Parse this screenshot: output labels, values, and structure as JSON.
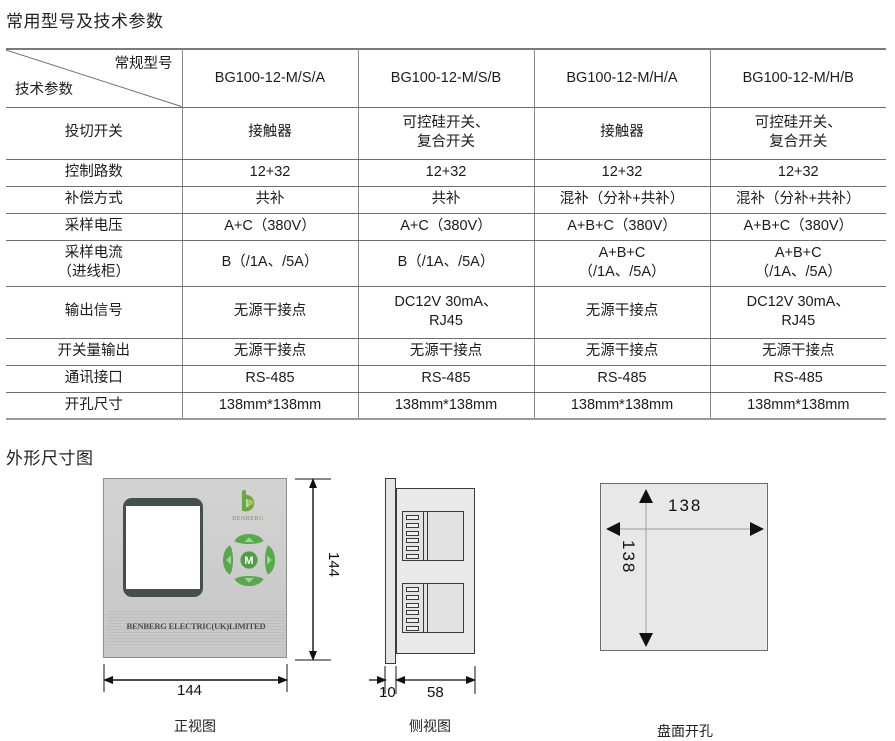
{
  "headings": {
    "specs": "常用型号及技术参数",
    "dimensions": "外形尺寸图"
  },
  "spec_table": {
    "corner": {
      "top_right_label": "常规型号",
      "bottom_left_label": "技术参数"
    },
    "columns": [
      "BG100-12-M/S/A",
      "BG100-12-M/S/B",
      "BG100-12-M/H/A",
      "BG100-12-M/H/B"
    ],
    "rows": [
      {
        "label": "投切开关",
        "values": [
          "接触器",
          "可控硅开关、\n复合开关",
          "接触器",
          "可控硅开关、\n复合开关"
        ]
      },
      {
        "label": "控制路数",
        "values": [
          "12+32",
          "12+32",
          "12+32",
          "12+32"
        ]
      },
      {
        "label": "补偿方式",
        "values": [
          "共补",
          "共补",
          "混补（分补+共补）",
          "混补（分补+共补）"
        ]
      },
      {
        "label": "采样电压",
        "values": [
          "A+C（380V）",
          "A+C（380V）",
          "A+B+C（380V）",
          "A+B+C（380V）"
        ]
      },
      {
        "label": "采样电流\n（进线柜）",
        "values": [
          "B（/1A、/5A）",
          "B（/1A、/5A）",
          "A+B+C\n（/1A、/5A）",
          "A+B+C\n（/1A、/5A）"
        ]
      },
      {
        "label": "输出信号",
        "values": [
          "无源干接点",
          "DC12V 30mA、\nRJ45",
          "无源干接点",
          "DC12V 30mA、\nRJ45"
        ]
      },
      {
        "label": "开关量输出",
        "values": [
          "无源干接点",
          "无源干接点",
          "无源干接点",
          "无源干接点"
        ]
      },
      {
        "label": "通讯接口",
        "values": [
          "RS-485",
          "RS-485",
          "RS-485",
          "RS-485"
        ]
      },
      {
        "label": "开孔尺寸",
        "values": [
          "138mm*138mm",
          "138mm*138mm",
          "138mm*138mm",
          "138mm*138mm"
        ]
      }
    ]
  },
  "drawings": {
    "front_view": {
      "caption": "正视图",
      "width_dim": "144",
      "height_dim": "144",
      "brand_text": "BENBERG ELECTRIC(UK)LIMITED",
      "logo_text": "BENBERG",
      "center_button_label": "M"
    },
    "side_view": {
      "caption": "侧视图",
      "bezel_dim": "10",
      "body_dim": "58"
    },
    "cutout_view": {
      "caption": "盘面开孔",
      "width_dim": "138",
      "height_dim": "138"
    }
  },
  "colors": {
    "accent_green": "#5cab4f",
    "arrow_green": "#8cc98a",
    "panel_gray": "#cccccc",
    "lcd_bezel": "#44504c",
    "table_line": "#6f6f6f"
  }
}
